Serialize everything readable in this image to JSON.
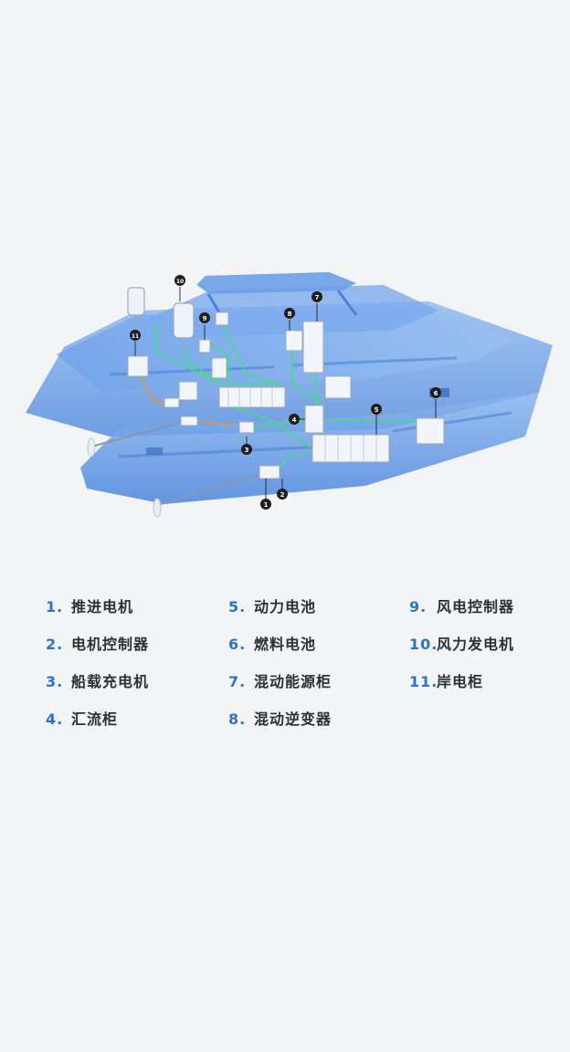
{
  "colors": {
    "hull": "#5b95e6",
    "hull_dark": "#3f79d0",
    "hull_light": "#8bb6f0",
    "wire_green": "#3fe07a",
    "wire_orange": "#e8923a",
    "marker": "#1e1e1e",
    "number_accent": "#2a73c8",
    "text": "#2b2f36"
  },
  "markers": [
    {
      "id": "1",
      "label": "1"
    },
    {
      "id": "2",
      "label": "2"
    },
    {
      "id": "3",
      "label": "3"
    },
    {
      "id": "4",
      "label": "4"
    },
    {
      "id": "5",
      "label": "5"
    },
    {
      "id": "6",
      "label": "6"
    },
    {
      "id": "7",
      "label": "7"
    },
    {
      "id": "8",
      "label": "8"
    },
    {
      "id": "9",
      "label": "9"
    },
    {
      "id": "10",
      "label": "10"
    },
    {
      "id": "11",
      "label": "11"
    }
  ],
  "legend": [
    {
      "num": "1.",
      "label": "推进电机"
    },
    {
      "num": "2.",
      "label": "电机控制器"
    },
    {
      "num": "3.",
      "label": "船载充电机"
    },
    {
      "num": "4.",
      "label": "汇流柜"
    },
    {
      "num": "5.",
      "label": "动力电池"
    },
    {
      "num": "6.",
      "label": "燃料电池"
    },
    {
      "num": "7.",
      "label": "混动能源柜"
    },
    {
      "num": "8.",
      "label": "混动逆变器"
    },
    {
      "num": "9.",
      "label": "风电控制器"
    },
    {
      "num": "10.",
      "label": "风力发电机"
    },
    {
      "num": "11.",
      "label": "岸电柜"
    }
  ]
}
